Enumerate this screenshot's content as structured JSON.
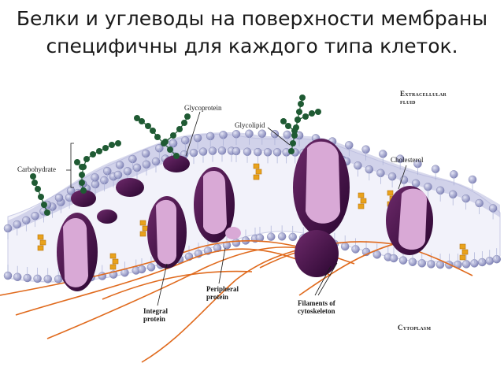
{
  "title": "Белки и углеводы на поверхности мембраны специфичны для каждого типа клеток.",
  "labels": {
    "extracellular": "Extracellular fluid",
    "glycoprotein": "Glycoprotein",
    "glycolipid": "Glycolipid",
    "carbohydrate": "Carbohydrate",
    "cholesterol": "Cholesterol",
    "peripheral_protein": "Peripheral protein",
    "integral_protein": "Integral protein",
    "filaments": "Filaments of cytoskeleton",
    "cytoplasm": "Cytoplasm"
  },
  "colors": {
    "head": "#9a9cc8",
    "tail": "#f2f2fa",
    "protein_outer": "#3d0f3f",
    "protein_inner": "#d9a9d6",
    "carbohydrate": "#1f5a33",
    "cholesterol": "#e9a21b",
    "filament": "#e06a1d"
  }
}
